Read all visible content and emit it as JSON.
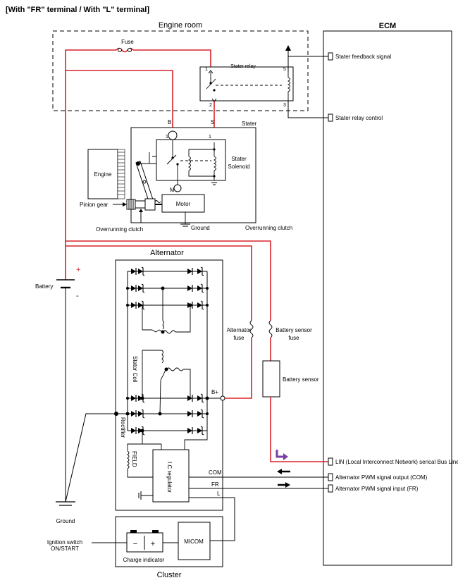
{
  "header": "[With \"FR\" terminal / With \"L\" terminal]",
  "labels": {
    "engine_room": "Engine room",
    "ecm": "ECM",
    "fuse": "Fuse",
    "stater_relay": "Stater relay",
    "relay_pin1": "1",
    "relay_pin2": "2",
    "relay_pin3": "3",
    "relay_pin5": "5",
    "stater_feedback": "Stater feedback signal",
    "stater_relay_control": "Stater relay control",
    "term_b": "B",
    "term_s": "S",
    "stater": "Stater",
    "sol_pin1a": "1",
    "sol_pin1b": "1",
    "stater_solenoid_1": "Stater",
    "stater_solenoid_2": "Solenoid",
    "engine": "Engine",
    "pinion_gear": "Pinion gear",
    "motor_m": "M",
    "motor": "Motor",
    "ground": "Ground",
    "overrunning_clutch_left": "Overrunning clutch",
    "overrunning_clutch_right": "Overrunning clutch",
    "alternator": "Alternator",
    "plus": "+",
    "minus": "-",
    "battery": "Battery",
    "alternator_fuse_1": "Alternator",
    "alternator_fuse_2": "fuse",
    "battery_sensor_fuse_1": "Battery sensor",
    "battery_sensor_fuse_2": "fuse",
    "stator_coil": "Stator Coil",
    "battery_sensor": "Battery sensor",
    "b_plus": "B+",
    "rectifier": "Rectifier",
    "lin": "LIN (Local Interconnect Network) serical Bus Line",
    "field": "FIELD",
    "ic_regulator": "I.C regulator",
    "com": "COM",
    "fr": "FR",
    "l": "L",
    "pwm_output": "Alternator PWM signal output (COM)",
    "pwm_input": "Alternator PWM signal input (FR)",
    "ground_bottom": "Ground",
    "ignition_switch_1": "Ignition switch",
    "ignition_switch_2": "ON/START",
    "charge_minus": "−",
    "charge_plus": "+",
    "charge_indicator": "Charge indicator",
    "micom": "MICOM",
    "cluster": "Cluster"
  },
  "colors": {
    "wire_red": "#d8232a",
    "arrow_purple": "#7a3fa0"
  }
}
